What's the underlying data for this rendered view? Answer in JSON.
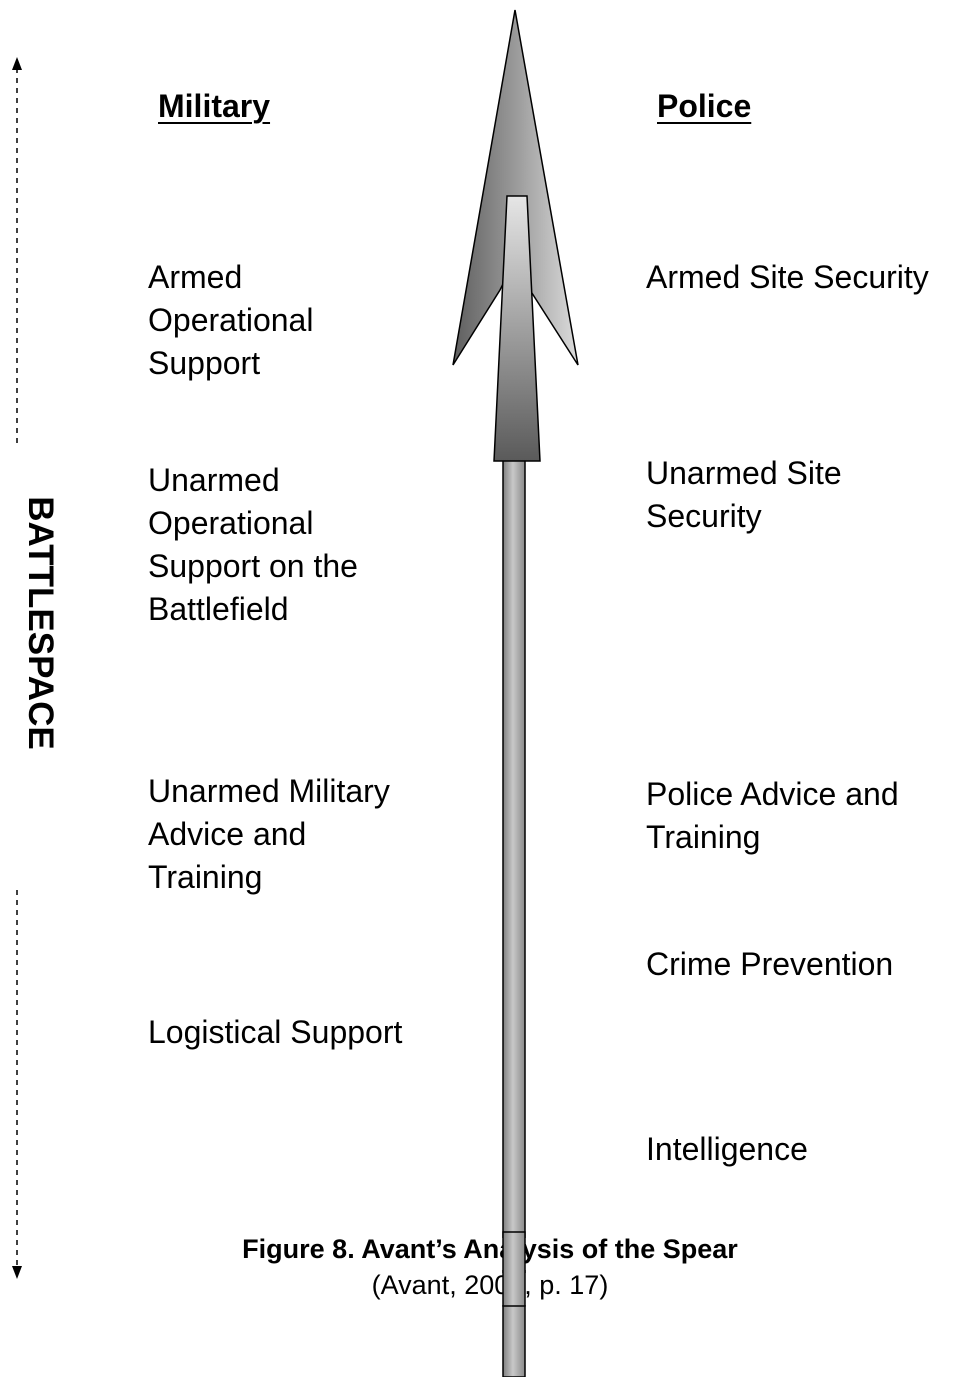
{
  "side_label": "BATTLESPACE",
  "columns": {
    "military": {
      "heading": "Military",
      "items": [
        "Armed\nOperational\nSupport",
        "Unarmed\nOperational\nSupport on the\nBattlefield",
        "Unarmed Military\nAdvice and\nTraining",
        "Logistical Support"
      ]
    },
    "police": {
      "heading": "Police",
      "items": [
        "Armed Site Security",
        "Unarmed Site\nSecurity",
        "Police Advice and\nTraining",
        "Crime Prevention",
        "Intelligence"
      ]
    }
  },
  "caption": {
    "title": "Figure 8. Avant’s Analysis of the Spear",
    "citation": "(Avant, 2005, p. 17)"
  },
  "colors": {
    "spear_dark": "#6e6e6e",
    "spear_light": "#d6d6d6",
    "outline": "#000000"
  }
}
